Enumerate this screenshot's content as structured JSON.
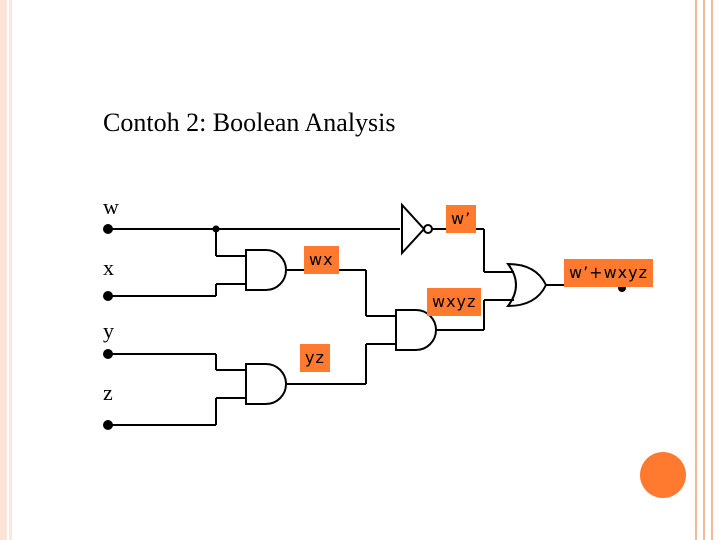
{
  "title": "Contoh 2: Boolean Analysis",
  "inputs": {
    "w": "w",
    "x": "x",
    "y": "y",
    "z": "z"
  },
  "outputs": {
    "w_not": "w’",
    "wx": "wx",
    "yz": "yz",
    "wxyz": "wxyz",
    "final": "w’+wxyz"
  },
  "gates": [
    "not-gate",
    "and-gate-wx",
    "and-gate-yz",
    "and-gate-wxyz",
    "or-gate"
  ],
  "colors": {
    "accent": "#ff7a2f",
    "wire": "#000000",
    "decor": "#f5b89a"
  }
}
